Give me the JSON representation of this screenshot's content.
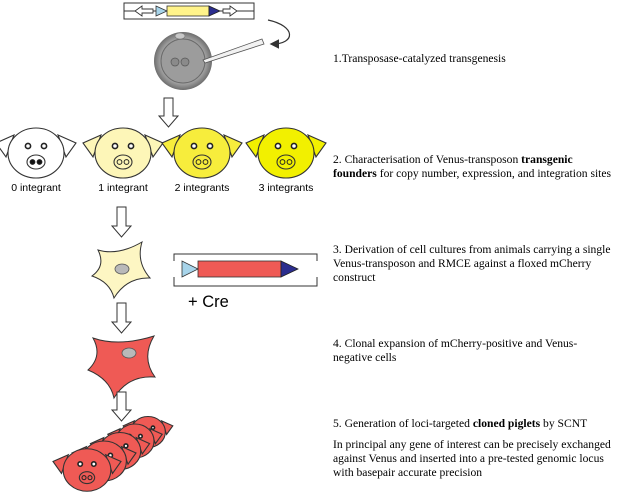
{
  "pig_labels": [
    "0 integrant",
    "1 integrant",
    "2 integrants",
    "3 integrants"
  ],
  "cre_label": "+ Cre",
  "steps": {
    "s1": "1.Transposase-catalyzed  transgenesis",
    "s2_pre": "2. Characterisation of Venus-transposon ",
    "s2_bold": "transgenic founders",
    "s2_post": " for copy number, expression, and integration sites",
    "s3": "3. Derivation of cell cultures from animals carrying a single Venus-transposon and RMCE against a floxed mCherry construct",
    "s4": "4. Clonal expansion of mCherry-positive and Venus-negative cells",
    "s5_pre": "5. Generation of loci-targeted ",
    "s5_bold": "cloned piglets",
    "s5_post": " by SCNT",
    "s5_note": "In principal any gene of interest can be precisely exchanged against Venus and inserted into a pre-tested genomic locus with basepair accurate precision"
  },
  "colors": {
    "pig_white": "#ffffff",
    "pig_pale": "#fdf6b8",
    "pig_mid": "#f7ed3c",
    "pig_strong": "#f2f000",
    "cell_pale": "#fdf6c3",
    "cell_red": "#ef5a55",
    "venus_yellow": "#fff38a",
    "triangle_blue": "#a7d4ea",
    "triangle_navy": "#2b2d8e",
    "mcherry_red": "#ef5a55",
    "embryo_grey": "#9a9a9a"
  }
}
